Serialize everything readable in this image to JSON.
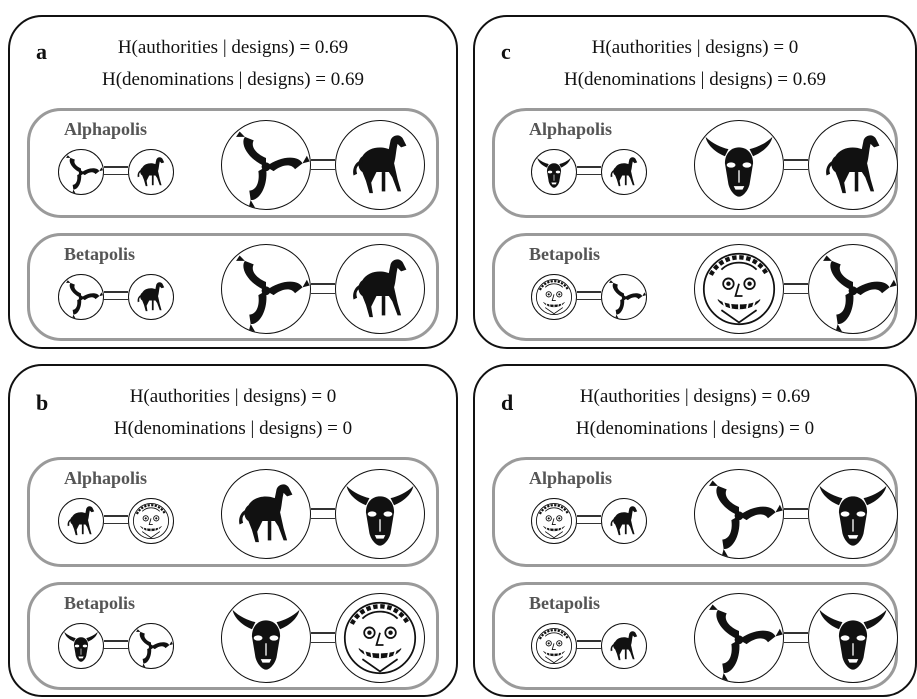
{
  "panels": {
    "a": {
      "letter": "a",
      "formula1": "H(authorities | designs) = 0.69",
      "formula2": "H(denominations | designs) = 0.69",
      "cities": [
        {
          "name": "Alphapolis",
          "small": [
            "triskelion",
            "horse"
          ],
          "large": [
            "triskelion",
            "horse"
          ]
        },
        {
          "name": "Betapolis",
          "small": [
            "triskelion",
            "horse"
          ],
          "large": [
            "triskelion",
            "horse"
          ]
        }
      ]
    },
    "b": {
      "letter": "b",
      "formula1": "H(authorities | designs) = 0",
      "formula2": "H(denominations | designs) = 0",
      "cities": [
        {
          "name": "Alphapolis",
          "small": [
            "horse",
            "gorgon"
          ],
          "large": [
            "horse",
            "bull"
          ]
        },
        {
          "name": "Betapolis",
          "small": [
            "bull",
            "triskelion"
          ],
          "large": [
            "bull",
            "gorgon"
          ]
        }
      ]
    },
    "c": {
      "letter": "c",
      "formula1": "H(authorities | designs) = 0",
      "formula2": "H(denominations | designs) = 0.69",
      "cities": [
        {
          "name": "Alphapolis",
          "small": [
            "bull",
            "horse"
          ],
          "large": [
            "bull",
            "horse"
          ]
        },
        {
          "name": "Betapolis",
          "small": [
            "gorgon",
            "triskelion"
          ],
          "large": [
            "gorgon",
            "triskelion"
          ]
        }
      ]
    },
    "d": {
      "letter": "d",
      "formula1": "H(authorities | designs) = 0.69",
      "formula2": "H(denominations | designs) = 0",
      "cities": [
        {
          "name": "Alphapolis",
          "small": [
            "gorgon",
            "horse"
          ],
          "large": [
            "triskelion",
            "bull"
          ]
        },
        {
          "name": "Betapolis",
          "small": [
            "gorgon",
            "horse"
          ],
          "large": [
            "triskelion",
            "bull"
          ]
        }
      ]
    }
  }
}
